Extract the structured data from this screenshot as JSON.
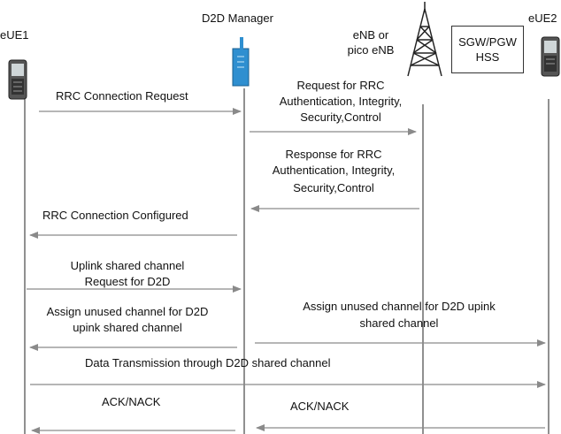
{
  "entities": {
    "eue1": "eUE1",
    "d2d_manager": "D2D Manager",
    "enb_line1": "eNB  or",
    "enb_line2": "pico eNB",
    "core_line1": "SGW/PGW",
    "core_line2": "HSS",
    "eue2": "eUE2"
  },
  "messages": {
    "m1": "RRC Connection Request",
    "m2_l1": "Request for RRC",
    "m2_l2": "Authentication, Integrity,",
    "m2_l3": "Security,Control",
    "m3_l1": "Response for RRC",
    "m3_l2": "Authentication, Integrity,",
    "m3_l3": "Security,Control",
    "m4": "RRC Connection Configured",
    "m5_l1": "Uplink shared channel",
    "m5_l2": "Request  for D2D",
    "m6_l1": "Assign unused channel for D2D",
    "m6_l2": "upink shared channel",
    "m7_l1": "Assign unused channel for D2D upink",
    "m7_l2": "shared channel",
    "m8": "Data Transmission through D2D shared channel",
    "m9": "ACK/NACK",
    "m10": "ACK/NACK"
  }
}
